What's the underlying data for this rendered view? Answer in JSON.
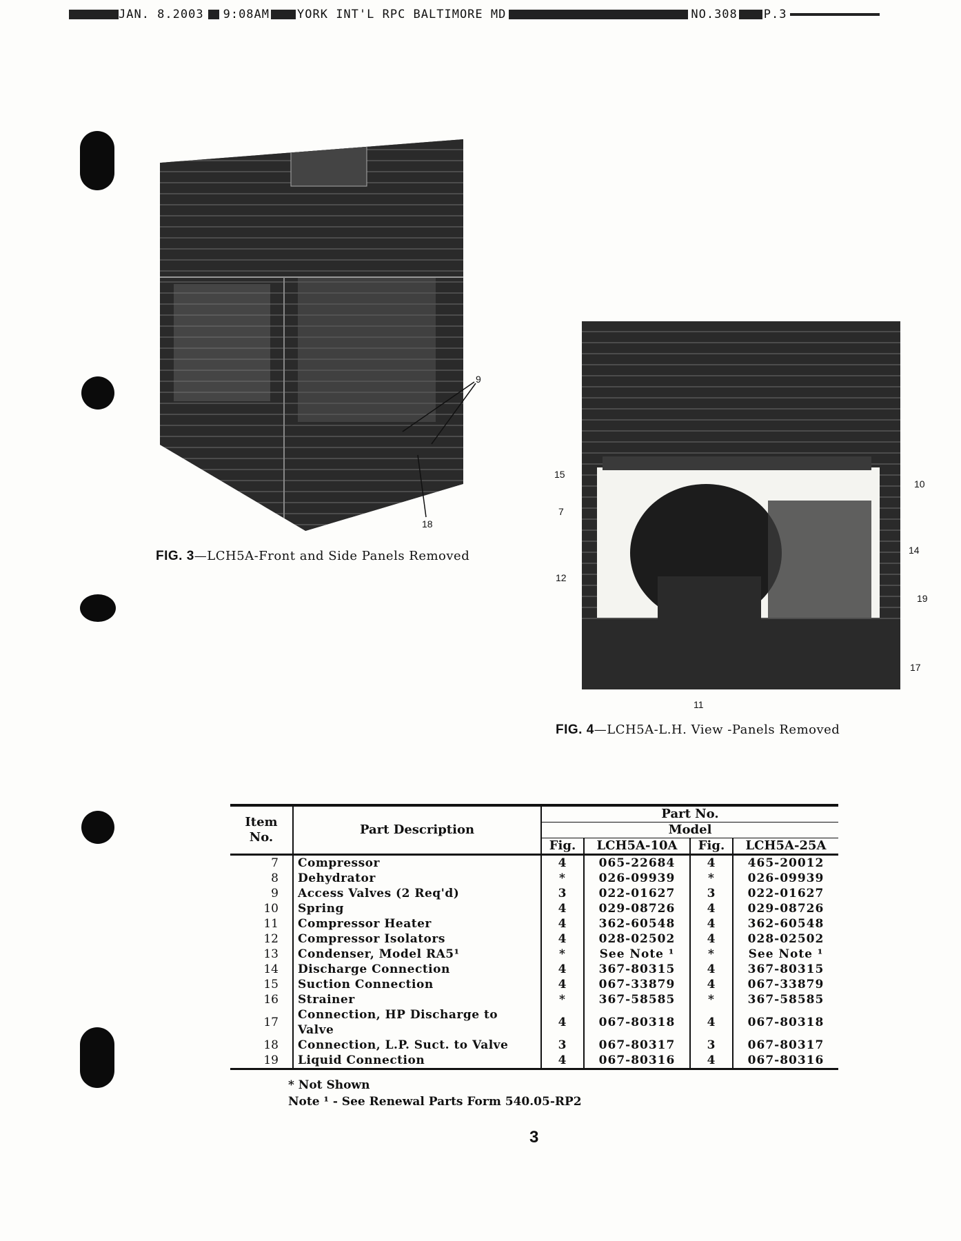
{
  "fax_header": {
    "date": "JAN. 8.2003",
    "time": "9:08AM",
    "sender": "YORK INT'L RPC BALTIMORE MD",
    "number": "NO.308",
    "page": "P.3"
  },
  "figures": [
    {
      "fig_label": "FIG. 3",
      "caption": "LCH5A-Front and Side Panels Removed",
      "callouts": [
        "9",
        "18"
      ]
    },
    {
      "fig_label": "FIG. 4",
      "caption": "LCH5A-L.H. View -Panels Removed",
      "callouts": [
        "15",
        "7",
        "12",
        "10",
        "14",
        "19",
        "17",
        "11"
      ]
    }
  ],
  "table": {
    "headers": {
      "item_no": "Item No.",
      "part_description": "Part Description",
      "part_no": "Part No.",
      "model": "Model",
      "fig": "Fig.",
      "model_a": "LCH5A-10A",
      "model_b": "LCH5A-25A"
    },
    "rows": [
      {
        "item": "7",
        "desc": "Compressor",
        "fig_a": "4",
        "pn_a": "065-22684",
        "fig_b": "4",
        "pn_b": "465-20012"
      },
      {
        "item": "8",
        "desc": "Dehydrator",
        "fig_a": "*",
        "pn_a": "026-09939",
        "fig_b": "*",
        "pn_b": "026-09939"
      },
      {
        "item": "9",
        "desc": "Access Valves (2 Req'd)",
        "fig_a": "3",
        "pn_a": "022-01627",
        "fig_b": "3",
        "pn_b": "022-01627"
      },
      {
        "item": "10",
        "desc": "Spring",
        "fig_a": "4",
        "pn_a": "029-08726",
        "fig_b": "4",
        "pn_b": "029-08726"
      },
      {
        "item": "11",
        "desc": "Compressor Heater",
        "fig_a": "4",
        "pn_a": "362-60548",
        "fig_b": "4",
        "pn_b": "362-60548"
      },
      {
        "item": "12",
        "desc": "Compressor Isolators",
        "fig_a": "4",
        "pn_a": "028-02502",
        "fig_b": "4",
        "pn_b": "028-02502"
      },
      {
        "item": "13",
        "desc": "Condenser, Model RA5¹",
        "fig_a": "*",
        "pn_a": "See Note ¹",
        "fig_b": "*",
        "pn_b": "See Note ¹"
      },
      {
        "item": "14",
        "desc": "Discharge Connection",
        "fig_a": "4",
        "pn_a": "367-80315",
        "fig_b": "4",
        "pn_b": "367-80315"
      },
      {
        "item": "15",
        "desc": "Suction Connection",
        "fig_a": "4",
        "pn_a": "067-33879",
        "fig_b": "4",
        "pn_b": "067-33879"
      },
      {
        "item": "16",
        "desc": "Strainer",
        "fig_a": "*",
        "pn_a": "367-58585",
        "fig_b": "*",
        "pn_b": "367-58585"
      },
      {
        "item": "17",
        "desc": "Connection, HP Discharge to Valve",
        "fig_a": "4",
        "pn_a": "067-80318",
        "fig_b": "4",
        "pn_b": "067-80318"
      },
      {
        "item": "18",
        "desc": "Connection, L.P. Suct. to Valve",
        "fig_a": "3",
        "pn_a": "067-80317",
        "fig_b": "3",
        "pn_b": "067-80317"
      },
      {
        "item": "19",
        "desc": "Liquid Connection",
        "fig_a": "4",
        "pn_a": "067-80316",
        "fig_b": "4",
        "pn_b": "067-80316"
      }
    ],
    "footnote_star": "* Not Shown",
    "footnote_1": "Note ¹ - See Renewal Parts Form 540.05-RP2"
  },
  "page_number": "3"
}
